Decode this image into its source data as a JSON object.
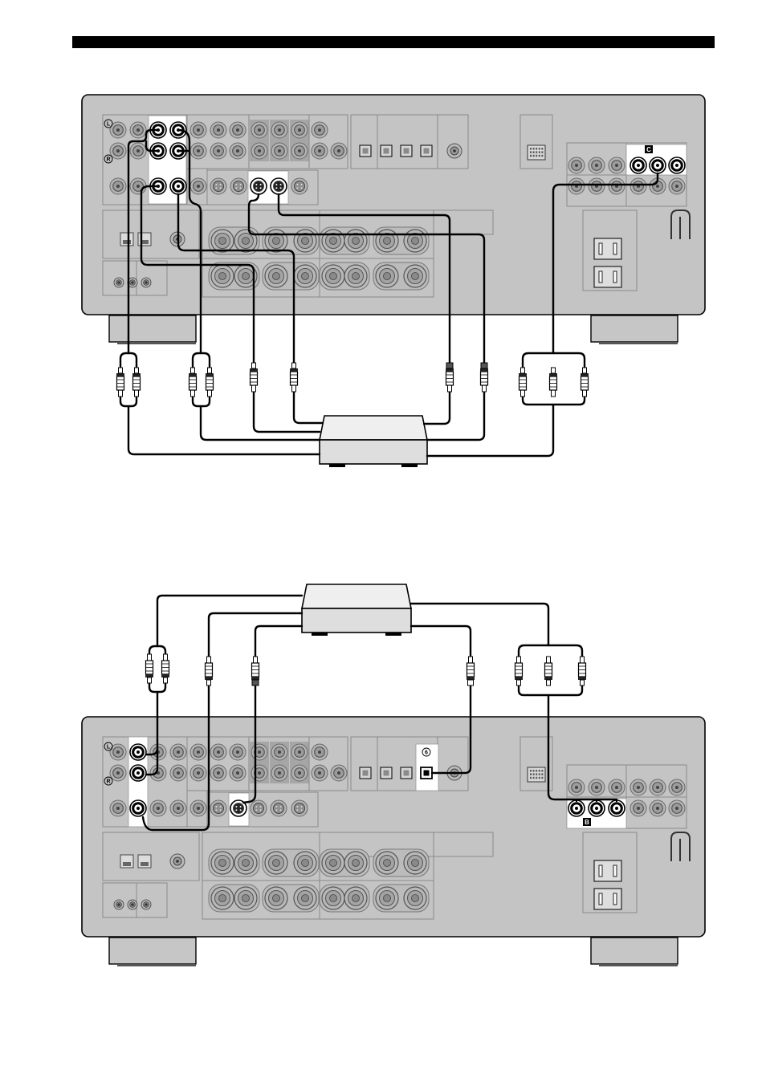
{
  "page": {
    "header_bar_color": "#000000"
  },
  "colors": {
    "panel": "#c4c4c4",
    "panel_shade": "#a6a6a6",
    "highlight": "#ffffff",
    "cable": "#000000",
    "device_top": "#efefef",
    "device_front": "#dedede",
    "feet": "#c6c6c6"
  },
  "diagram_top": {
    "label_left_channel": "L",
    "label_right_channel": "R",
    "component_badge": "C"
  },
  "diagram_bottom": {
    "label_left_channel": "L",
    "label_right_channel": "R",
    "optical_marker": "6",
    "component_badge": "B"
  }
}
